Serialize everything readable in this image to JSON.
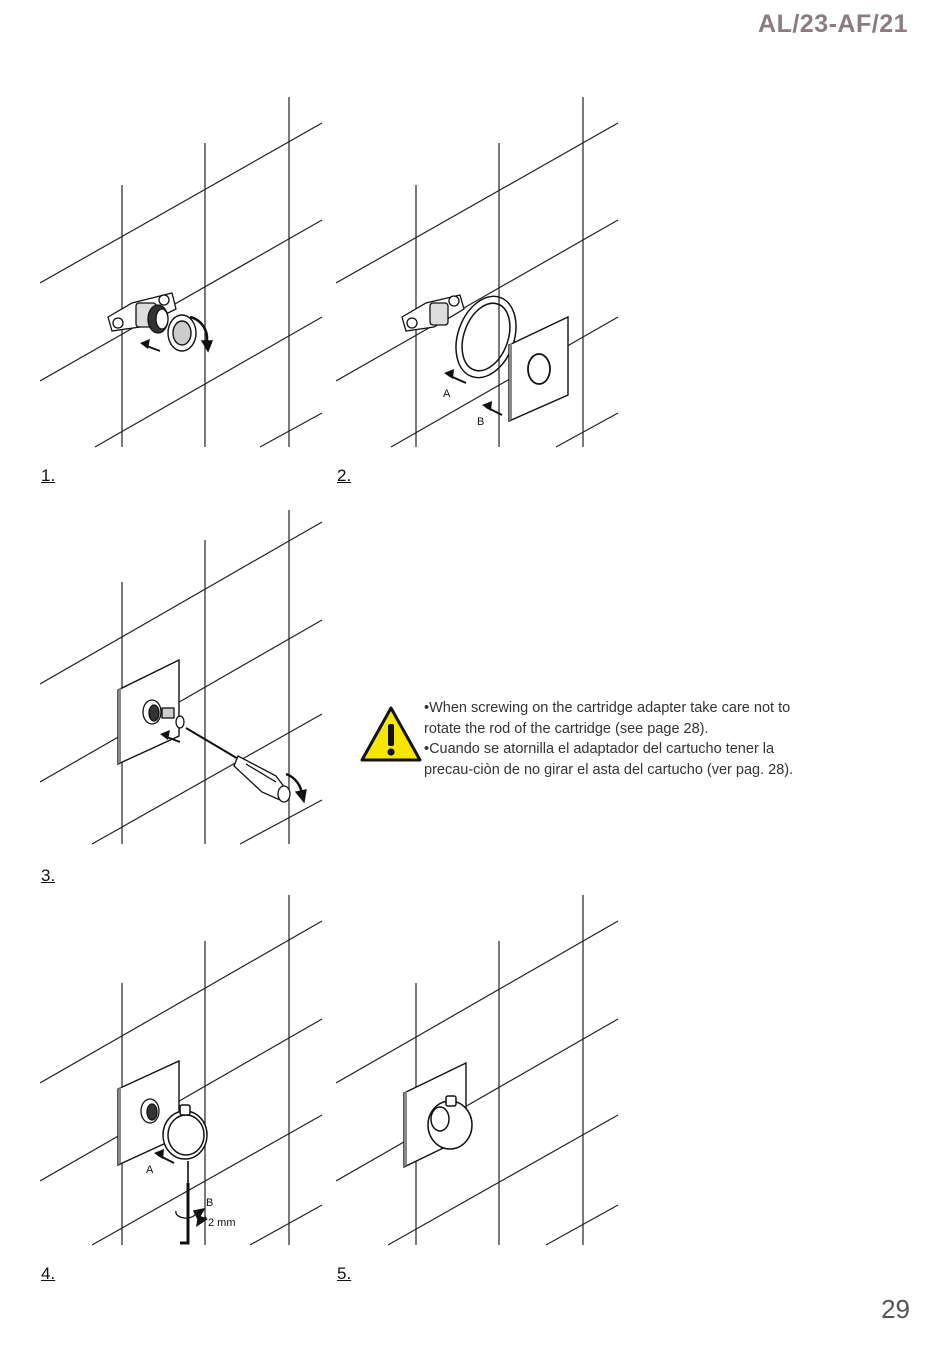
{
  "header": {
    "doc_code": "AL/23-AF/21"
  },
  "steps": [
    {
      "label": "1."
    },
    {
      "label": "2.",
      "callouts": [
        "A",
        "B"
      ]
    },
    {
      "label": "3."
    },
    {
      "label": "4.",
      "callouts": [
        "A",
        "B"
      ],
      "tool_size": "2 mm"
    },
    {
      "label": "5."
    }
  ],
  "warning": {
    "icon": "warning-triangle-icon",
    "icon_color": "#f6e600",
    "lines": [
      "•When screwing on the cartridge adapter take care not to",
      "rotate the rod of the cartridge (see page 28).",
      "•Cuando se atornilla el adaptador del cartucho tener la",
      "precau-ciòn de no girar el asta del cartucho (ver pag. 28)."
    ]
  },
  "footer": {
    "page_number": "29"
  }
}
